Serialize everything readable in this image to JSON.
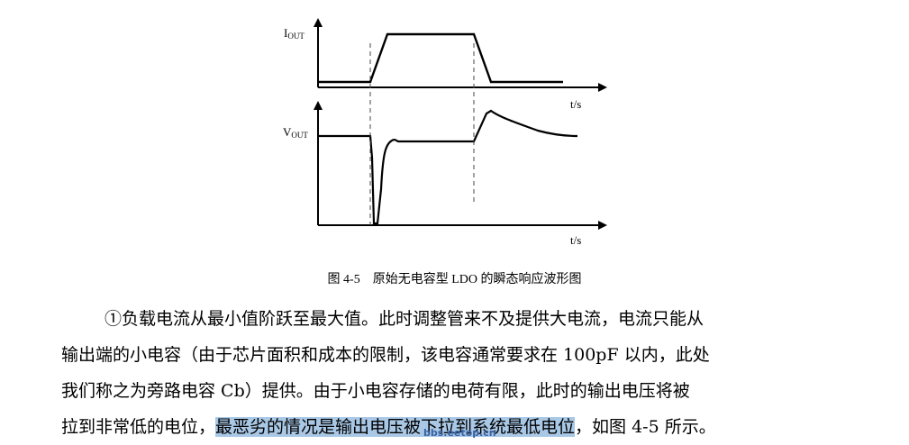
{
  "figure": {
    "top_plot": {
      "ylabel_main": "I",
      "ylabel_sub": "OUT",
      "xlabel": "t/s"
    },
    "bottom_plot": {
      "ylabel_main": "V",
      "ylabel_sub": "OUT",
      "xlabel": "t/s"
    },
    "caption": "图 4-5　原始无电容型 LDO 的瞬态响应波形图"
  },
  "paragraph": {
    "line1": "①负载电流从最小值阶跃至最大值。此时调整管来不及提供大电流，电流只能从",
    "line2": "输出端的小电容（由于芯片面积和成本的限制，该电容通常要求在 100pF 以内，此处",
    "line3": "我们称之为旁路电容 Cb）提供。由于小电容存储的电荷有限，此时的输出电压将被",
    "line4_pre": "拉到非常低的电位，",
    "line4_highlight": "最恶劣的情况是输出电压被下拉到系统最低电位",
    "line4_post": "，如图 4-5 所示。"
  },
  "watermark": "bbs.eetop.cn",
  "colors": {
    "highlight": "#a9c8e6",
    "watermark": "#3a62a3"
  }
}
